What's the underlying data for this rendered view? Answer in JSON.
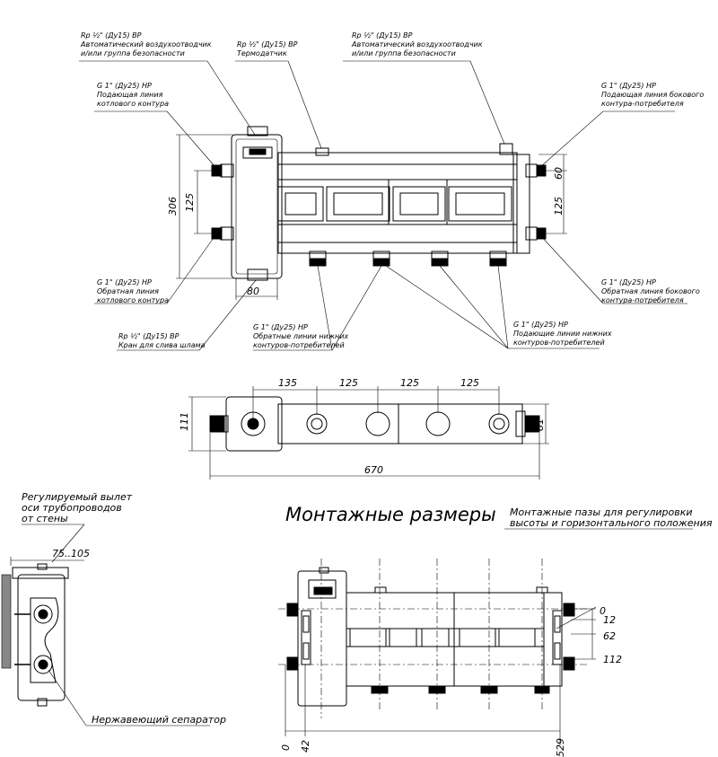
{
  "top_view": {
    "callouts": {
      "air_vent_left": [
        "Rp ½\" (Ду15) ВР",
        "Автоматический воздухоотводчик",
        "и/или группа безопасности"
      ],
      "thermometer": [
        "Rp ½\" (Ду15) ВР",
        "Термодатчик"
      ],
      "air_vent_right": [
        "Rp ½\" (Ду15) ВР",
        "Автоматический воздухоотводчик",
        "и/или группа безопасности"
      ],
      "boiler_supply": [
        "G 1\" (Ду25) НР",
        "Подающая линия",
        "котлового контура"
      ],
      "side_supply": [
        "G 1\" (Ду25) НР",
        "Подающая линия бокового",
        "контура-потребителя"
      ],
      "boiler_return": [
        "G 1\" (Ду25) НР",
        "Обратная линия",
        "котлового контура"
      ],
      "side_return": [
        "G 1\" (Ду25) НР",
        "Обратная линия бокового",
        "контура-потребителя"
      ],
      "drain": [
        "Rp ½\" (Ду15) ВР",
        "Кран для слива шлама"
      ],
      "lower_return": [
        "G 1\" (Ду25) НР",
        "Обратные линии нижних",
        "контуров-потребителей"
      ],
      "lower_supply": [
        "G 1\" (Ду25) НР",
        "Подающие линии нижних",
        "контуров-потребителей"
      ]
    },
    "dims": {
      "d306": "306",
      "d125": "125",
      "d80": "80",
      "d60": "60",
      "d125r": "125"
    }
  },
  "plan_view": {
    "dims": {
      "d135": "135",
      "d125a": "125",
      "d125b": "125",
      "d125c": "125",
      "d111": "111",
      "d81": "81",
      "d670": "670"
    }
  },
  "mounting": {
    "title": "Монтажные размеры",
    "note_offset": [
      "Регулируемый вылет",
      "оси трубопроводов",
      "от стены"
    ],
    "offset_value": "75..105",
    "note_slots": [
      "Монтажные пазы для регулировки",
      "высоты и горизонтального положения"
    ],
    "separator": "Нержавеющий сепаратор",
    "dims": {
      "v0": "0",
      "v12": "12",
      "v62": "62",
      "v112": "112",
      "h0": "0",
      "h42": "42",
      "h529": "529"
    }
  }
}
